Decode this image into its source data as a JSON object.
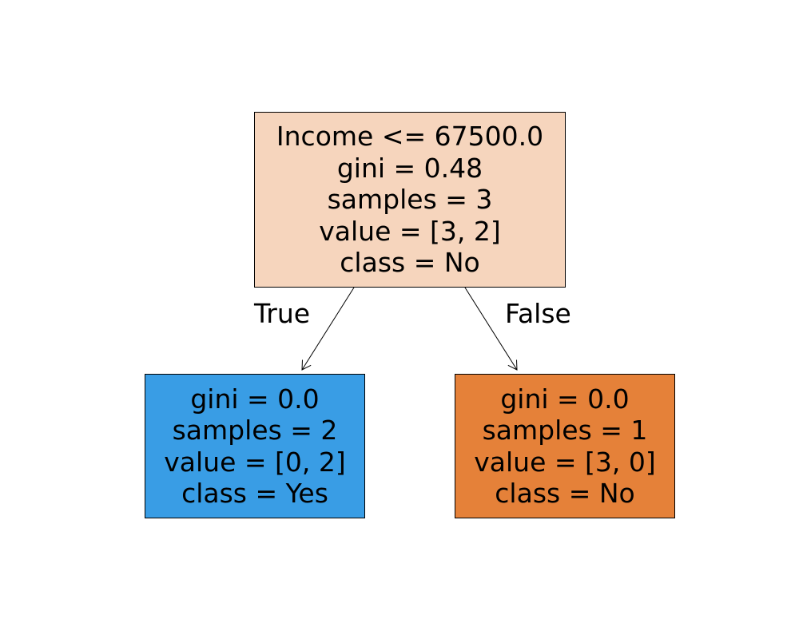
{
  "tree": {
    "root": {
      "split": "Income <= 67500.0",
      "gini": "gini = 0.48",
      "samples": "samples = 3",
      "value": "value = [3, 2]",
      "class": "class = No",
      "fill": "#f6d5bd"
    },
    "left": {
      "gini": "gini = 0.0",
      "samples": "samples = 2",
      "value": "value = [0, 2]",
      "class": "class = Yes",
      "fill": "#399de5"
    },
    "right": {
      "gini": "gini = 0.0",
      "samples": "samples = 1",
      "value": "value = [3, 0]",
      "class": "class = No",
      "fill": "#e58139"
    },
    "edges": {
      "true_label": "True",
      "false_label": "False"
    }
  }
}
